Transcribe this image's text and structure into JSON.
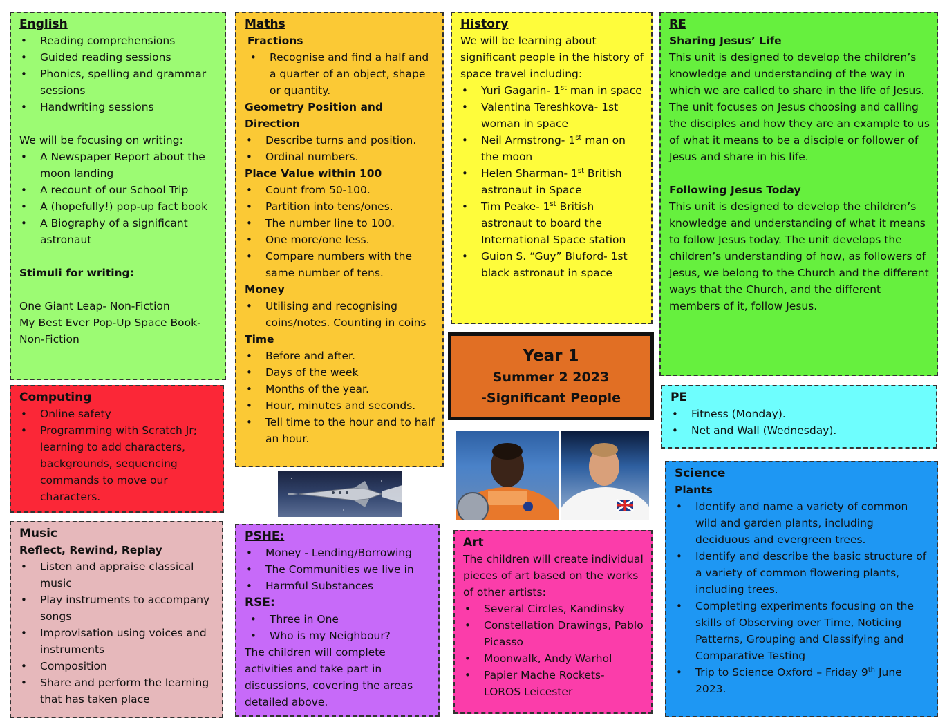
{
  "english": {
    "title": "English",
    "items": [
      "Reading comprehensions",
      "Guided reading sessions",
      "Phonics, spelling and grammar sessions",
      "Handwriting sessions"
    ],
    "focus_intro": "We will be focusing on writing:",
    "focus_items": [
      "A Newspaper Report about the moon landing",
      "A recount of our School Trip",
      "A (hopefully!) pop-up fact book",
      "A Biography of a significant astronaut"
    ],
    "stimuli_heading": "Stimuli for writing:",
    "stimuli": [
      "One Giant Leap- Non-Fiction",
      "My Best Ever Pop-Up Space Book- Non-Fiction"
    ]
  },
  "maths": {
    "title": "Maths",
    "fractions_heading": "Fractions",
    "fractions_items": [
      "Recognise and find a half and a quarter of an object, shape or quantity."
    ],
    "geometry_heading": "Geometry Position and Direction",
    "geometry_items": [
      "Describe turns and position.",
      "Ordinal numbers."
    ],
    "place_heading": "Place Value within 100",
    "place_items": [
      "Count from 50-100.",
      "Partition into tens/ones.",
      "The number line to 100.",
      "One more/one less.",
      "Compare numbers with the same number of tens."
    ],
    "money_heading": "Money",
    "money_items": [
      "Utilising and recognising coins/notes.  Counting in coins"
    ],
    "time_heading": "Time",
    "time_items": [
      "Before and after.",
      "Days of the week",
      "Months of the year.",
      "Hour, minutes and seconds.",
      "Tell time to the hour and to half an hour."
    ]
  },
  "history": {
    "title": "History",
    "intro": "We will be learning about significant people in the history of space travel including:",
    "items": [
      {
        "pre": "Yuri Gagarin- 1",
        "sup": "st",
        "post": " man in space"
      },
      {
        "pre": "Valentina Tereshkova- 1st woman in space",
        "sup": "",
        "post": ""
      },
      {
        "pre": "Neil Armstrong- 1",
        "sup": "st",
        "post": " man on the moon"
      },
      {
        "pre": "Helen Sharman- 1",
        "sup": "st",
        "post": " British astronaut in Space"
      },
      {
        "pre": "Tim Peake- 1",
        "sup": "st",
        "post": " British astronaut to board the International Space station"
      },
      {
        "pre": "Guion S. “Guy” Bluford- 1st black astronaut in space",
        "sup": "",
        "post": ""
      }
    ]
  },
  "re": {
    "title": "RE",
    "unit1_heading": "Sharing Jesus’ Life",
    "unit1_text": "This unit is designed to develop the children’s knowledge and understanding of the way in which we are called to share in the life of Jesus. The unit focuses on Jesus choosing and calling the disciples and how they are an example to us of what it means to be a disciple or follower of Jesus and share in his life.",
    "unit2_heading": "Following Jesus Today",
    "unit2_text": "This unit is designed to develop the children’s knowledge and understanding of what it means to follow Jesus today. The unit develops the children’s understanding of how, as followers of Jesus, we belong to the Church and the different ways that the Church, and the different members of it, follow Jesus."
  },
  "computing": {
    "title": "Computing",
    "items": [
      "Online safety",
      "Programming with Scratch Jr; learning to add characters, backgrounds, sequencing commands to move our characters."
    ]
  },
  "music": {
    "title": "Music",
    "subtitle": "Reflect, Rewind, Replay",
    "items": [
      "Listen and appraise classical music",
      "Play instruments to accompany songs",
      "Improvisation using voices and instruments",
      "Composition",
      "Share and perform the learning that has taken place"
    ]
  },
  "pshe": {
    "title": "PSHE:",
    "items": [
      "Money - Lending/Borrowing",
      "The Communities we live in",
      "Harmful Substances"
    ],
    "rse_title": "RSE:",
    "rse_items": [
      "Three in One",
      "Who is my Neighbour?"
    ],
    "note": "The children will complete activities and take part in discussions, covering the areas detailed above."
  },
  "art": {
    "title": "Art",
    "intro": "The children will create individual pieces of art based on the works of other artists:",
    "items": [
      "Several Circles, Kandinsky",
      "Constellation Drawings, Pablo Picasso",
      "Moonwalk, Andy Warhol",
      "Papier Mache Rockets- LOROS Leicester"
    ]
  },
  "science": {
    "title": "Science",
    "subtitle": "Plants",
    "items": [
      {
        "pre": "Identify and name a variety of common wild and garden plants, including deciduous and evergreen trees.",
        "sup": "",
        "post": ""
      },
      {
        "pre": "Identify and describe the basic structure of a variety of common flowering plants, including trees.",
        "sup": "",
        "post": ""
      },
      {
        "pre": "Completing experiments focusing on the skills of Observing over Time, Noticing Patterns, Grouping and Classifying and Comparative Testing",
        "sup": "",
        "post": ""
      },
      {
        "pre": "Trip to Science Oxford – Friday 9",
        "sup": "th",
        "post": " June 2023."
      }
    ]
  },
  "pe": {
    "title": "PE",
    "items": [
      "Fitness (Monday).",
      "Net and Wall (Wednesday)."
    ]
  },
  "header": {
    "line1": "Year 1",
    "line2": "Summer 2 2023",
    "line3": "-Significant People"
  },
  "colors": {
    "english": "#9cfb73",
    "maths": "#fbc935",
    "history": "#fefc3b",
    "re": "#66f03e",
    "computing": "#fb2737",
    "music": "#e6b8bb",
    "pshe": "#c76af9",
    "art": "#fb3daa",
    "science": "#1e97f3",
    "pe": "#6efefe",
    "header": "#e16f24"
  }
}
